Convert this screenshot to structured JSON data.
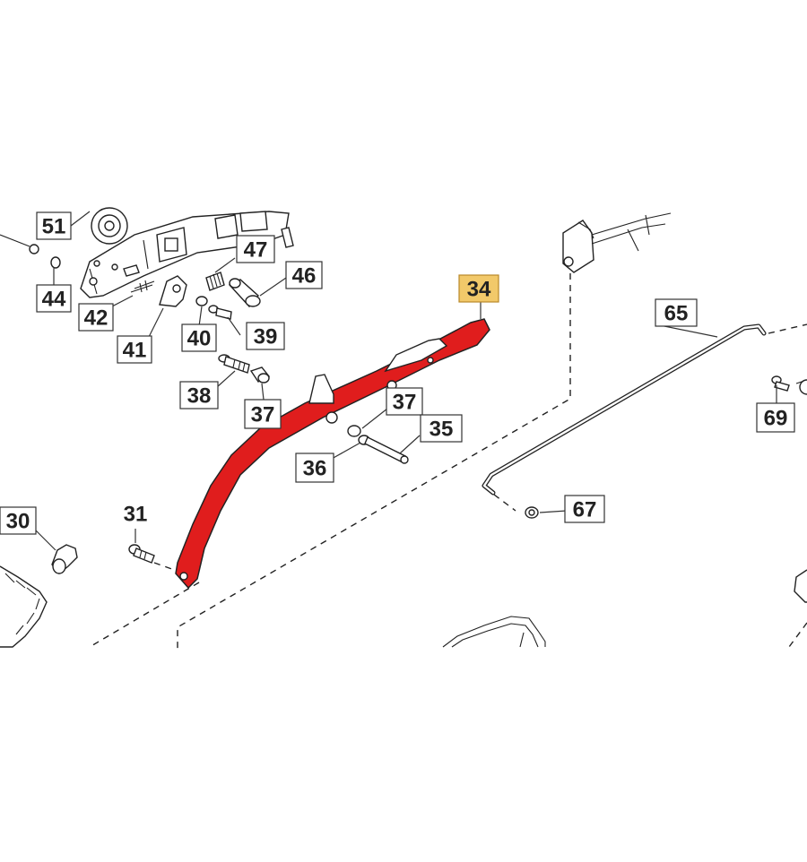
{
  "callouts": [
    {
      "id": "51",
      "label": "51",
      "style": "box"
    },
    {
      "id": "44",
      "label": "44",
      "style": "box"
    },
    {
      "id": "42",
      "label": "42",
      "style": "box"
    },
    {
      "id": "41",
      "label": "41",
      "style": "box"
    },
    {
      "id": "47",
      "label": "47",
      "style": "box"
    },
    {
      "id": "46",
      "label": "46",
      "style": "box"
    },
    {
      "id": "40",
      "label": "40",
      "style": "box"
    },
    {
      "id": "39",
      "label": "39",
      "style": "box"
    },
    {
      "id": "38",
      "label": "38",
      "style": "box"
    },
    {
      "id": "37a",
      "label": "37",
      "style": "box"
    },
    {
      "id": "37b",
      "label": "37",
      "style": "box"
    },
    {
      "id": "34",
      "label": "34",
      "style": "highlight"
    },
    {
      "id": "35",
      "label": "35",
      "style": "box"
    },
    {
      "id": "36",
      "label": "36",
      "style": "box"
    },
    {
      "id": "65",
      "label": "65",
      "style": "box"
    },
    {
      "id": "69",
      "label": "69",
      "style": "box"
    },
    {
      "id": "67",
      "label": "67",
      "style": "box"
    },
    {
      "id": "31",
      "label": "31",
      "style": "plain"
    },
    {
      "id": "30",
      "label": "30",
      "style": "box"
    }
  ],
  "highlight_color": "#f2c96a",
  "part_color": "#e01d1d"
}
